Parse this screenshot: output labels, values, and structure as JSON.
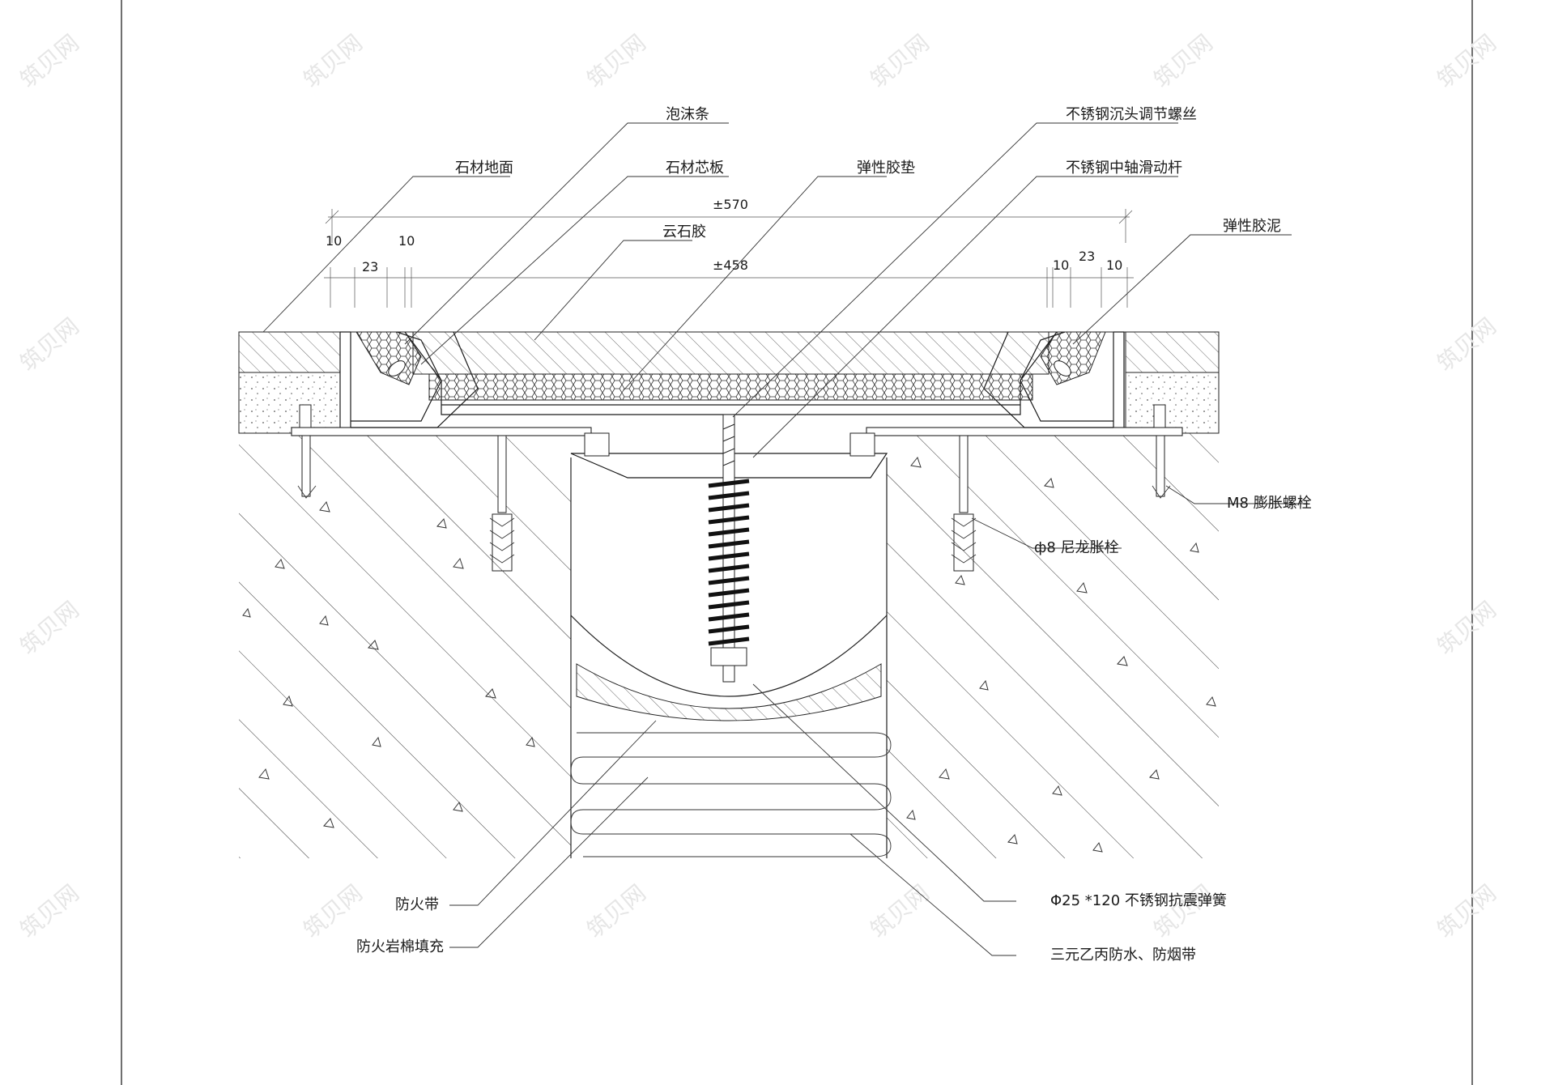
{
  "labels": {
    "foam_strip": "泡沫条",
    "stone_core_board": "石材芯板",
    "stone_floor": "石材地面",
    "elastic_pad": "弹性胶垫",
    "marble_glue": "云石胶",
    "ss_countersunk_screw": "不锈钢沉头调节螺丝",
    "ss_slide_rod": "不锈钢中轴滑动杆",
    "elastic_sealant": "弹性胶泥",
    "m8_anchor": "M8 膨胀螺栓",
    "nylon_anchor": "ф8 尼龙胀栓",
    "fire_belt": "防火带",
    "rockwool_fill": "防火岩棉填充",
    "spring": "Φ25 *120 不锈钢抗震弹簧",
    "epdm_belt": "三元乙丙防水、防烟带"
  },
  "dimensions": {
    "overall": "±570",
    "inner": "±458",
    "left_10a": "10",
    "left_10b": "10",
    "left_23": "23",
    "right_10a": "10",
    "right_23": "23",
    "right_10b": "10"
  },
  "watermark": "筑贝网"
}
